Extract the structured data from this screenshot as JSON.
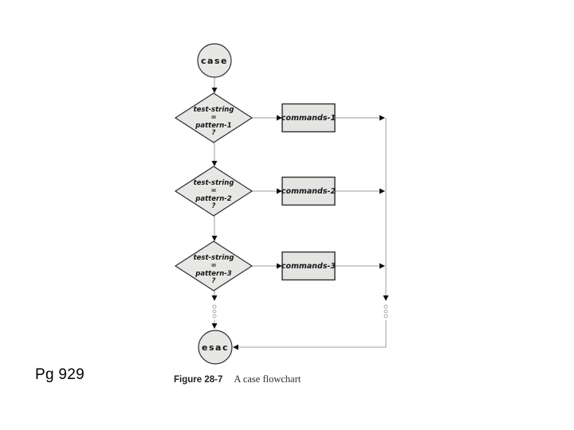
{
  "page": {
    "label": "Pg 929"
  },
  "figure": {
    "caption": {
      "label": "Figure 28-7",
      "title": "A case flowchart"
    },
    "terminals": {
      "start": "case",
      "end": "esac"
    },
    "decisions": [
      {
        "line1": "test-string",
        "line2": "=",
        "line3": "pattern-1",
        "line4": "?"
      },
      {
        "line1": "test-string",
        "line2": "=",
        "line3": "pattern-2",
        "line4": "?"
      },
      {
        "line1": "test-string",
        "line2": "=",
        "line3": "pattern-3",
        "line4": "?"
      }
    ],
    "processes": [
      {
        "label": "commands-1"
      },
      {
        "label": "commands-2"
      },
      {
        "label": "commands-3"
      }
    ],
    "colors": {
      "shape_fill": "#e7e7e5",
      "shape_stroke": "#2e2e2e",
      "connector": "#9b9b9b",
      "arrowhead": "#101010",
      "text": "#161616"
    }
  }
}
